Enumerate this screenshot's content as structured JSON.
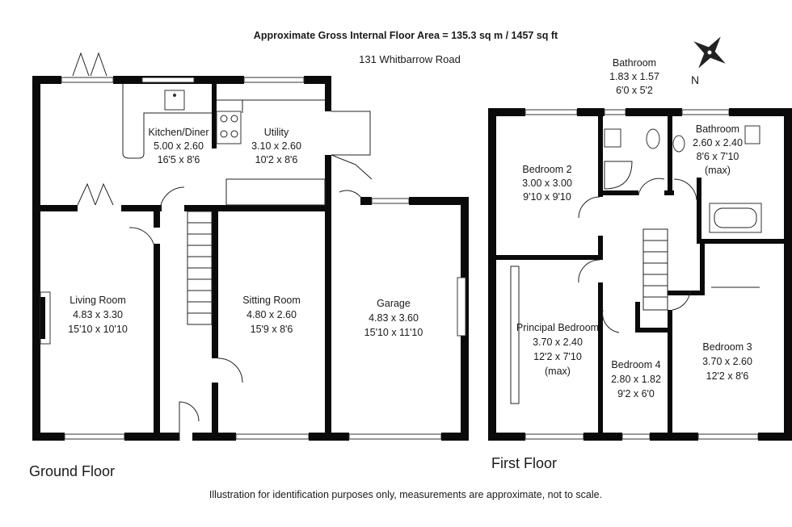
{
  "header": {
    "area_title": "Approximate Gross Internal Floor Area  = 135.3 sq m  / 1457 sq ft",
    "address": "131 Whitbarrow Road"
  },
  "compass": {
    "north_label": "N"
  },
  "ground_floor": {
    "label": "Ground Floor",
    "rooms": {
      "kitchen": {
        "name": "Kitchen/Diner",
        "metric": "5.00 x 2.60",
        "imperial": "16'5 x 8'6"
      },
      "utility": {
        "name": "Utility",
        "metric": "3.10 x 2.60",
        "imperial": "10'2 x 8'6"
      },
      "living": {
        "name": "Living Room",
        "metric": "4.83 x 3.30",
        "imperial": "15'10 x 10'10"
      },
      "sitting": {
        "name": "Sitting Room",
        "metric": "4.80 x 2.60",
        "imperial": "15'9 x 8'6"
      },
      "garage": {
        "name": "Garage",
        "metric": "4.83 x 3.60",
        "imperial": "15'10 x 11'10"
      }
    }
  },
  "first_floor": {
    "label": "First Floor",
    "rooms": {
      "bathroom_small": {
        "name": "Bathroom",
        "metric": "1.83 x 1.57",
        "imperial": "6'0 x 5'2"
      },
      "bathroom_main": {
        "name": "Bathroom",
        "metric": "2.60 x 2.40",
        "imperial": "8'6 x 7'10",
        "note": "(max)"
      },
      "bedroom2": {
        "name": "Bedroom 2",
        "metric": "3.00 x 3.00",
        "imperial": "9'10 x 9'10"
      },
      "principal": {
        "name": "Principal Bedroom",
        "metric": "3.70 x 2.40",
        "imperial": "12'2 x 7'10",
        "note": "(max)"
      },
      "bedroom4": {
        "name": "Bedroom 4",
        "metric": "2.80 x 1.82",
        "imperial": "9'2 x 6'0"
      },
      "bedroom3": {
        "name": "Bedroom 3",
        "metric": "3.70 x 2.60",
        "imperial": "12'2 x 8'6"
      }
    }
  },
  "footer": {
    "disclaimer": "Illustration for identification purposes only, measurements are approximate, not to scale."
  }
}
